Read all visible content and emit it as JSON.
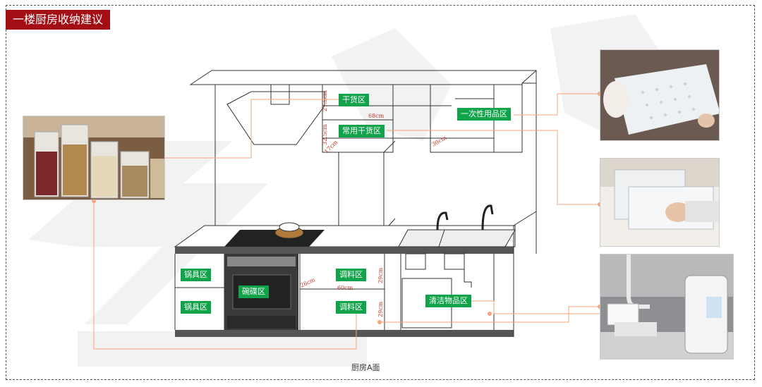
{
  "header": {
    "title": "一楼厨房收纳建议"
  },
  "caption": "厨房A面",
  "colors": {
    "accent": "#a30e14",
    "tag": "#11a34a",
    "leader": "#f5a37a",
    "dim": "#c0392b"
  },
  "zones": {
    "dry_goods": "干货区",
    "common_dry_goods": "常用干货区",
    "disposables": "一次性用品区",
    "pots_upper": "锅具区",
    "pots_lower": "锅具区",
    "dishes": "碗碟区",
    "seasoning_upper": "调料区",
    "seasoning_lower": "调料区",
    "cleaning": "清洁物品区"
  },
  "dimensions": {
    "d_27_5": "27.5cm",
    "d_68": "68cm",
    "d_32_5": "32.5cm",
    "d_17": "17cm",
    "d_30": "30cm",
    "d_26": "26cm",
    "d_60": "60cm",
    "d_29a": "29cm",
    "d_29b": "29cm"
  },
  "photos": [
    {
      "id": "food-storage-jars"
    },
    {
      "id": "shelf-liner-mat"
    },
    {
      "id": "stackable-drawer-box"
    },
    {
      "id": "under-sink-storage"
    }
  ]
}
